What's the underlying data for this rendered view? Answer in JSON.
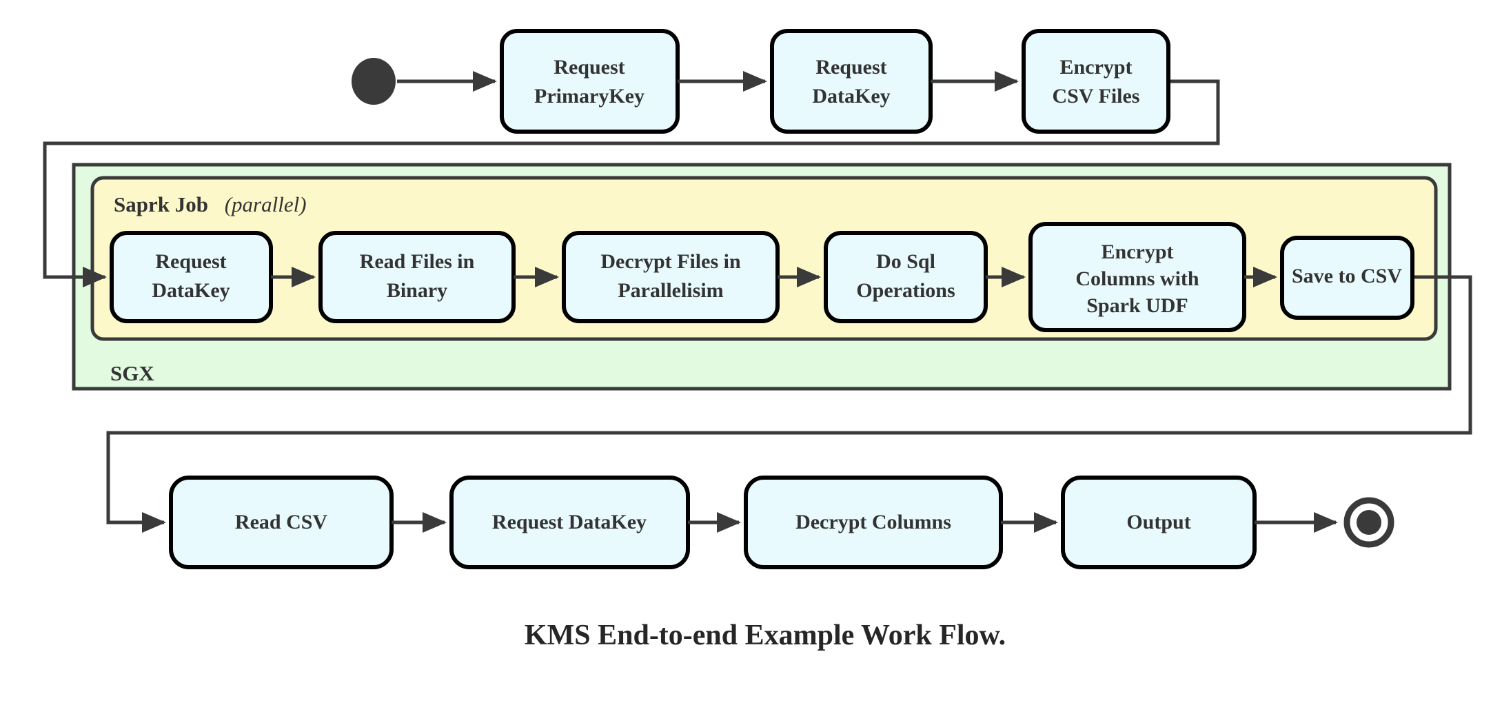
{
  "diagram": {
    "caption": "KMS End-to-end Example Work Flow.",
    "colors": {
      "node_fill": "#e8fafd",
      "node_stroke": "#000000",
      "sgx_fill": "#e2fbe0",
      "spark_fill": "#fdf8c9",
      "edge": "#3a3a3a",
      "text": "#333333",
      "background": "#ffffff"
    },
    "terminals": {
      "start_name": "start-node",
      "end_name": "end-node"
    },
    "containers": {
      "sgx": {
        "label": "SGX"
      },
      "spark": {
        "label_bold": "Saprk Job",
        "label_italic": "(parallel)"
      }
    },
    "rows": {
      "top": [
        {
          "id": "request-primarykey",
          "lines": [
            "Request",
            "PrimaryKey"
          ]
        },
        {
          "id": "request-datakey-top",
          "lines": [
            "Request",
            "DataKey"
          ]
        },
        {
          "id": "encrypt-csv-files",
          "lines": [
            "Encrypt",
            "CSV Files"
          ]
        }
      ],
      "spark": [
        {
          "id": "request-datakey-spark",
          "lines": [
            "Request",
            "DataKey"
          ]
        },
        {
          "id": "read-files-in-binary",
          "lines": [
            "Read Files in",
            "Binary"
          ]
        },
        {
          "id": "decrypt-files-in-parallelisim",
          "lines": [
            "Decrypt Files in",
            "Parallelisim"
          ]
        },
        {
          "id": "do-sql-operations",
          "lines": [
            "Do Sql",
            "Operations"
          ]
        },
        {
          "id": "encrypt-columns-with-spark-udf",
          "lines": [
            "Encrypt",
            "Columns with",
            "Spark UDF"
          ]
        },
        {
          "id": "save-to-csv",
          "lines": [
            "Save to CSV"
          ]
        }
      ],
      "bottom": [
        {
          "id": "read-csv",
          "lines": [
            "Read CSV"
          ]
        },
        {
          "id": "request-datakey-bottom",
          "lines": [
            "Request DataKey"
          ]
        },
        {
          "id": "decrypt-columns",
          "lines": [
            "Decrypt Columns"
          ]
        },
        {
          "id": "output",
          "lines": [
            "Output"
          ]
        }
      ]
    }
  }
}
